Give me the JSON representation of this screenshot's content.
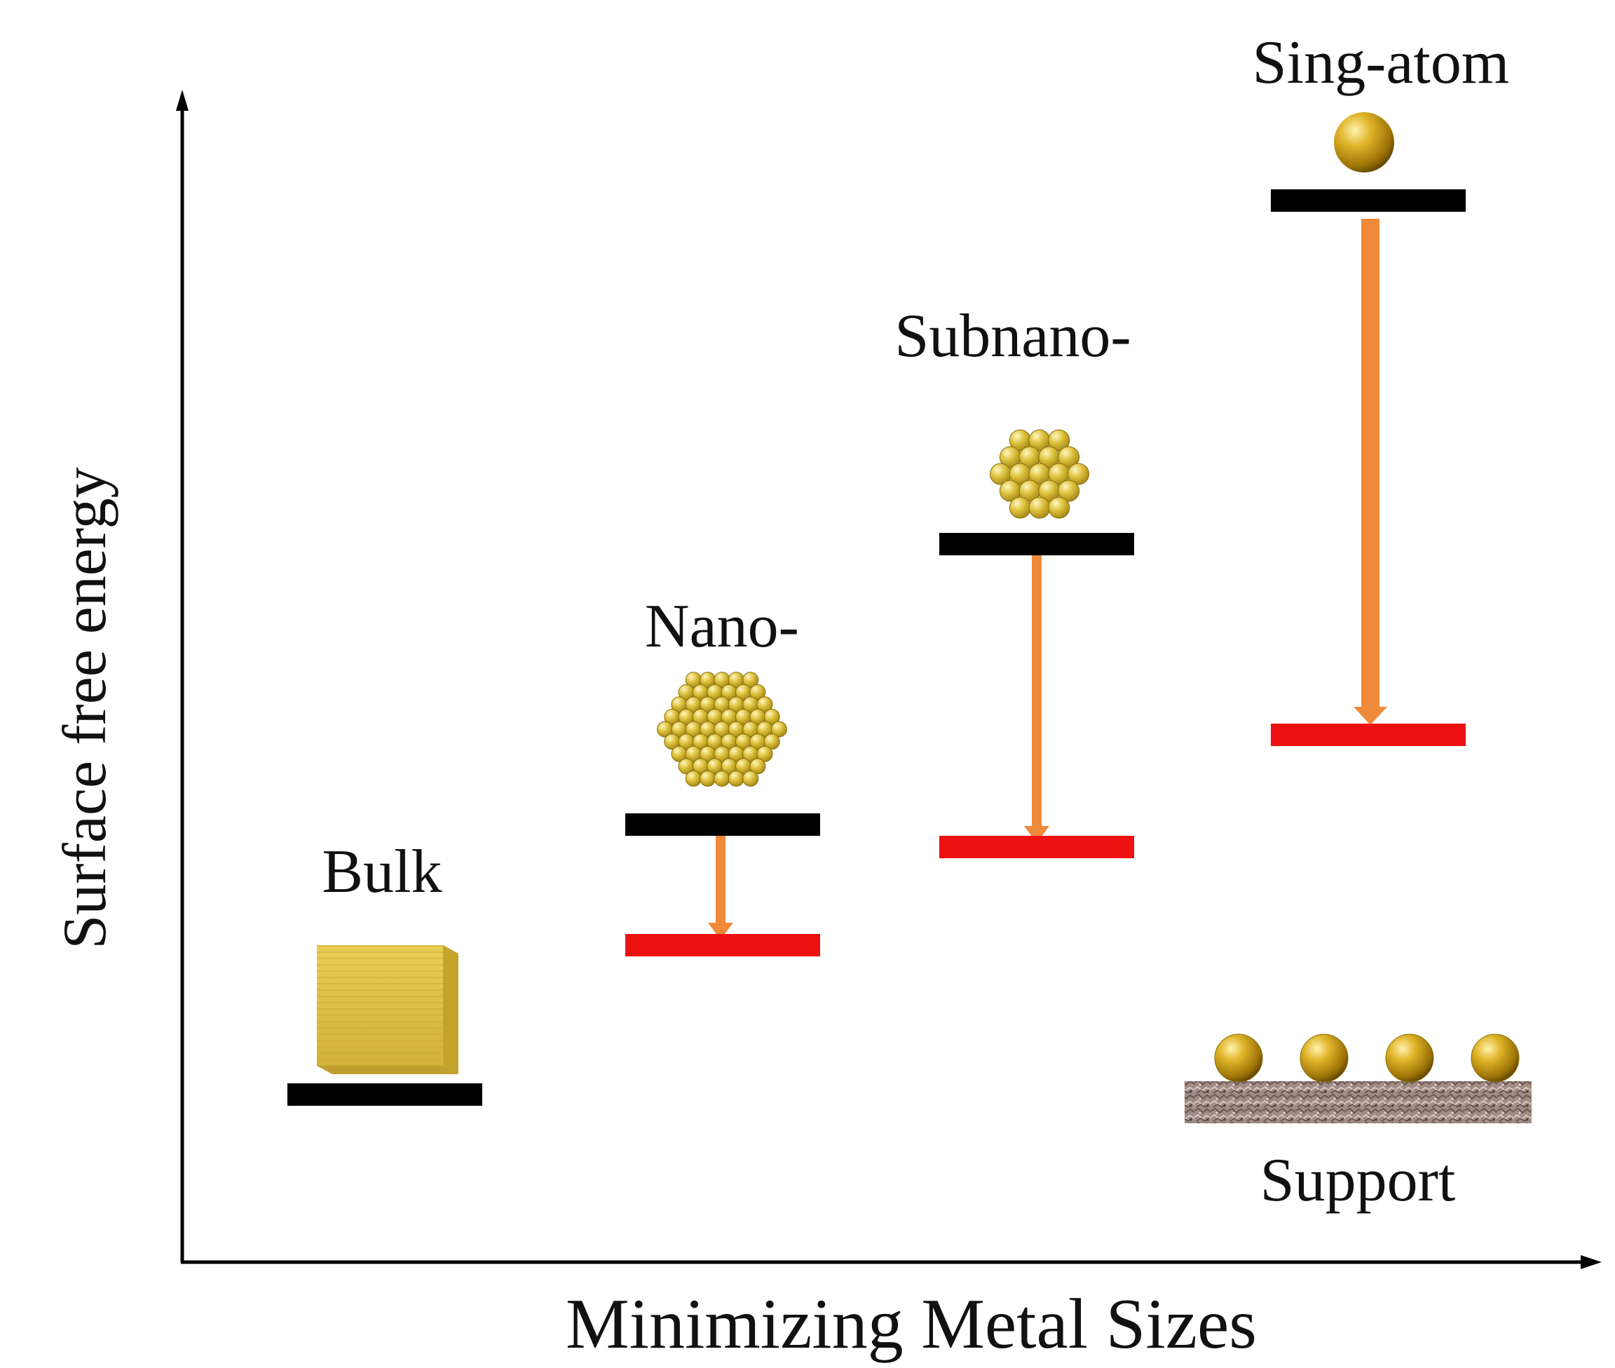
{
  "axes": {
    "y_label": "Surface free energy",
    "x_label": "Minimizing Metal Sizes"
  },
  "stages": [
    {
      "id": "bulk",
      "label": "Bulk",
      "has_drop": false
    },
    {
      "id": "nano",
      "label": "Nano-",
      "has_drop": true
    },
    {
      "id": "subnano",
      "label": "Subnano-",
      "has_drop": true
    },
    {
      "id": "single_atom",
      "label": "Sing-atom",
      "has_drop": true
    }
  ],
  "support": {
    "label": "Support",
    "atom_count": 4
  },
  "colors": {
    "unsupported_level": "#000000",
    "supported_level": "#ee1111",
    "energy_drop_arrow": "#ef8a3a",
    "metal": "#d4a017",
    "axis": "#000000"
  },
  "icons": {
    "bulk": "bulk-cube-icon",
    "nano": "nanoparticle-cluster-icon",
    "subnano": "subnano-cluster-icon",
    "single_atom": "single-atom-sphere-icon",
    "support": "support-substrate-icon"
  }
}
